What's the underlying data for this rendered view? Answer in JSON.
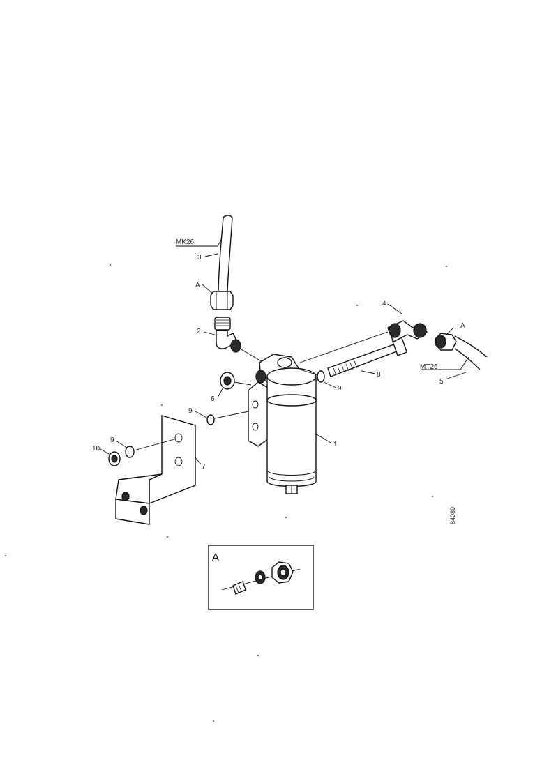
{
  "callouts": {
    "n1": "1",
    "n2": "2",
    "n3": "3",
    "n4": "4",
    "n5": "5",
    "n6": "6",
    "n7": "7",
    "n8": "8",
    "n9a": "9",
    "n9b": "9",
    "n9c": "9",
    "n10": "10",
    "a_top": "A",
    "a_right": "A"
  },
  "references": {
    "ref_left": "MK26",
    "ref_right": "MT26"
  },
  "drawing_code": "84080",
  "detail_box": {
    "label": "A"
  }
}
